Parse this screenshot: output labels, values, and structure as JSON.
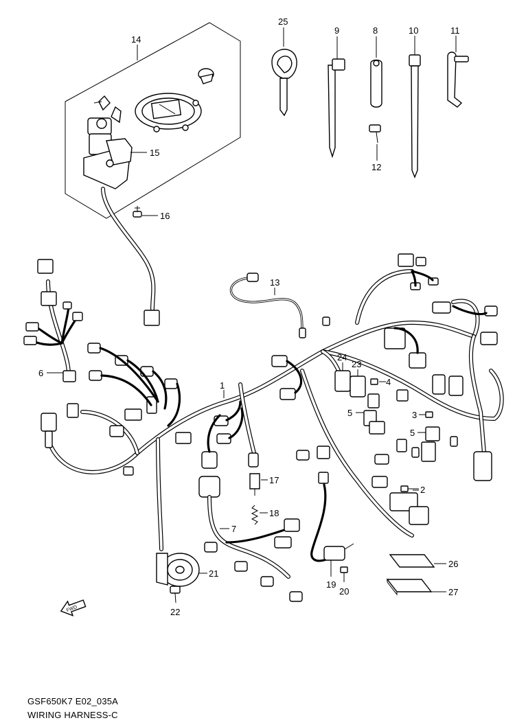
{
  "diagram": {
    "code": "GSF650K7 E02_035A",
    "title": "WIRING HARNESS-C",
    "fwd_label": "FWD",
    "callouts": [
      {
        "id": "1",
        "label": "1"
      },
      {
        "id": "2",
        "label": "2"
      },
      {
        "id": "3",
        "label": "3"
      },
      {
        "id": "4",
        "label": "4"
      },
      {
        "id": "5a",
        "label": "5"
      },
      {
        "id": "5b",
        "label": "5"
      },
      {
        "id": "6",
        "label": "6"
      },
      {
        "id": "7",
        "label": "7"
      },
      {
        "id": "8",
        "label": "8"
      },
      {
        "id": "9",
        "label": "9"
      },
      {
        "id": "10",
        "label": "10"
      },
      {
        "id": "11",
        "label": "11"
      },
      {
        "id": "12",
        "label": "12"
      },
      {
        "id": "13",
        "label": "13"
      },
      {
        "id": "14",
        "label": "14"
      },
      {
        "id": "15",
        "label": "15"
      },
      {
        "id": "16",
        "label": "16"
      },
      {
        "id": "17",
        "label": "17"
      },
      {
        "id": "18",
        "label": "18"
      },
      {
        "id": "19",
        "label": "19"
      },
      {
        "id": "20",
        "label": "20"
      },
      {
        "id": "21",
        "label": "21"
      },
      {
        "id": "22",
        "label": "22"
      },
      {
        "id": "23",
        "label": "23"
      },
      {
        "id": "24",
        "label": "24"
      },
      {
        "id": "25",
        "label": "25"
      },
      {
        "id": "26",
        "label": "26"
      },
      {
        "id": "27",
        "label": "27"
      }
    ]
  }
}
